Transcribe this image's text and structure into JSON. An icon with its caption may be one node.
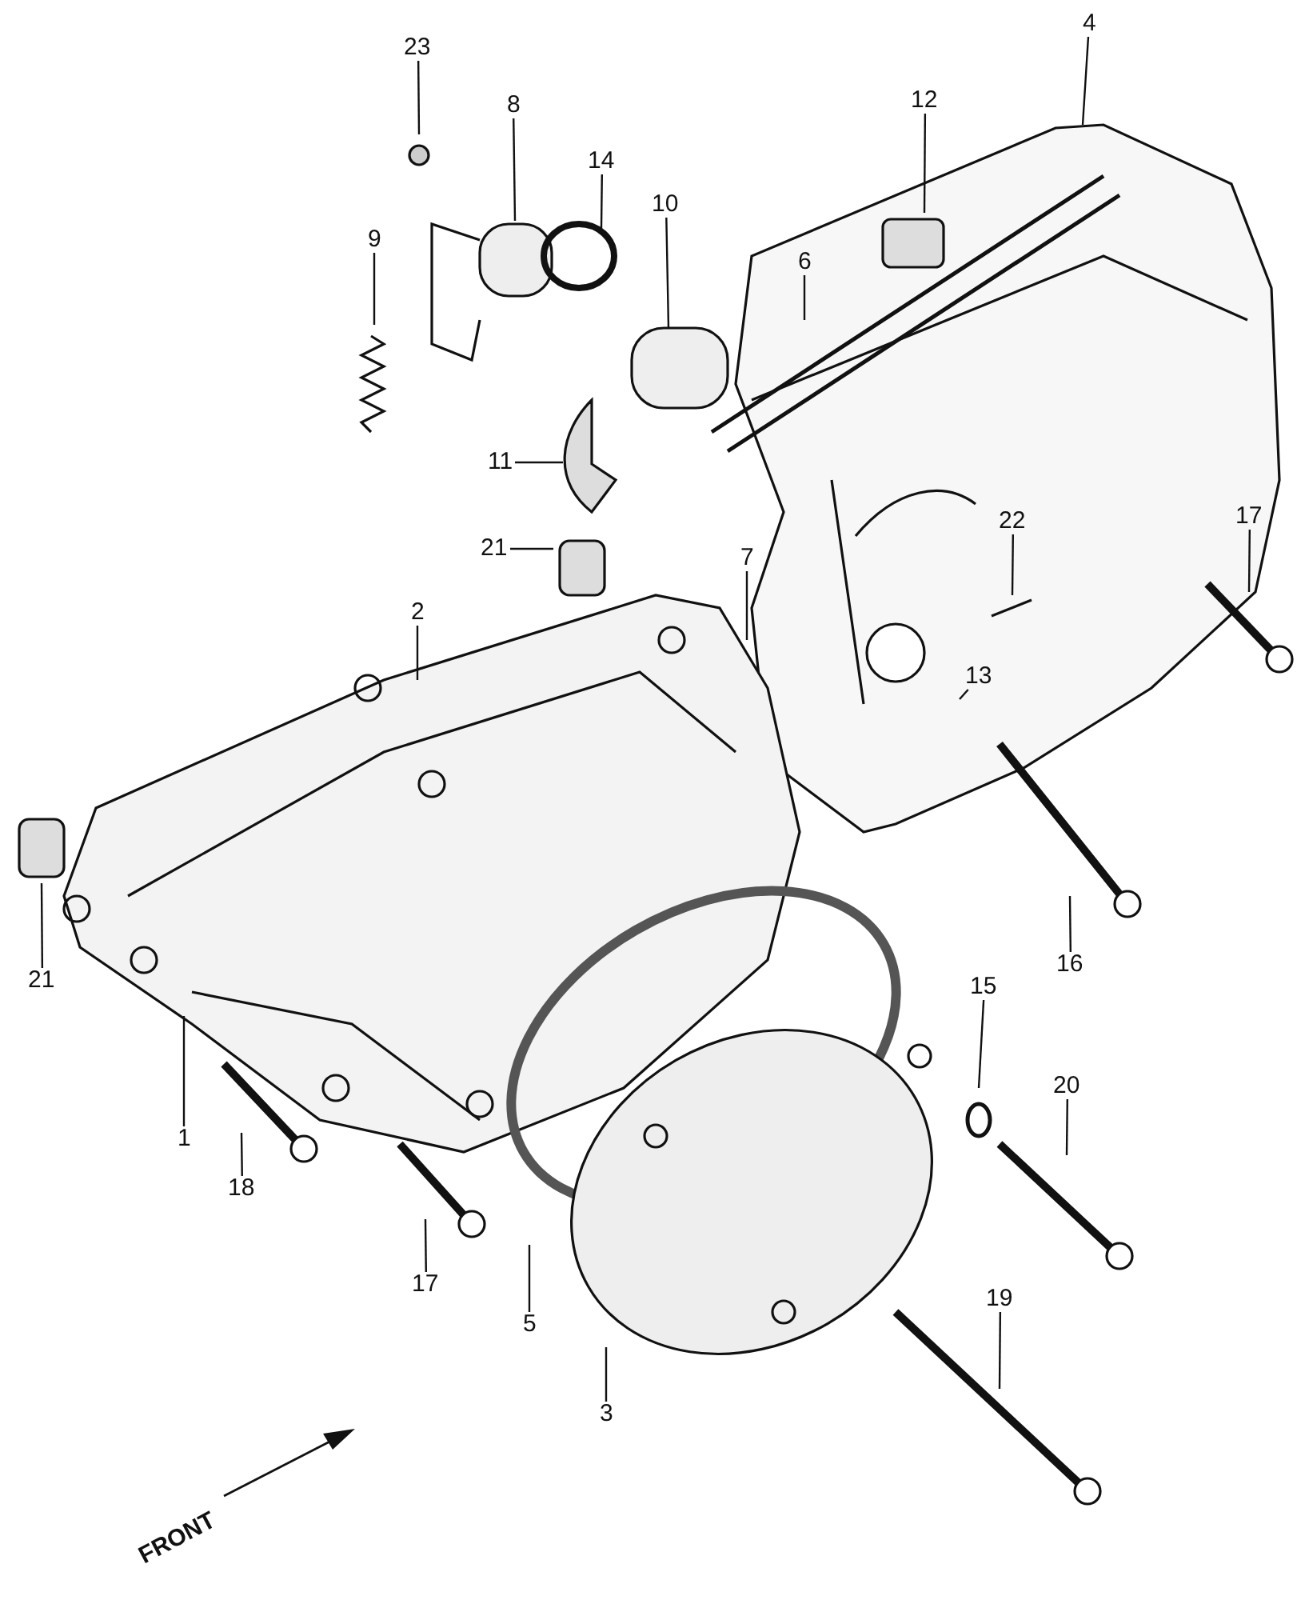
{
  "diagram": {
    "nodes": [
      {
        "text": [
          "23"
        ]
      },
      {
        "text": [
          "8"
        ]
      },
      {
        "text": [
          "9"
        ]
      },
      {
        "text": [
          "14"
        ]
      },
      {
        "text": [
          "10"
        ]
      },
      {
        "text": [
          "12"
        ]
      },
      {
        "text": [
          "4"
        ]
      },
      {
        "text": [
          "6"
        ]
      },
      {
        "text": [
          "11"
        ]
      },
      {
        "text": [
          "21"
        ]
      },
      {
        "text": [
          "22"
        ]
      },
      {
        "text": [
          "17"
        ]
      },
      {
        "text": [
          "7"
        ]
      },
      {
        "text": [
          "2"
        ]
      },
      {
        "text": [
          "13"
        ]
      },
      {
        "text": [
          "21"
        ]
      },
      {
        "text": [
          "16"
        ]
      },
      {
        "text": [
          "15"
        ]
      },
      {
        "text": [
          "1"
        ]
      },
      {
        "text": [
          "20"
        ]
      },
      {
        "text": [
          "18"
        ]
      },
      {
        "text": [
          "17"
        ]
      },
      {
        "text": [
          "5"
        ]
      },
      {
        "text": [
          "19"
        ]
      },
      {
        "text": [
          "3"
        ]
      }
    ],
    "edges": [
      {
        "from": 0,
        "to": null,
        "arrow": "none"
      },
      {
        "from": 1,
        "to": null,
        "arrow": "none"
      },
      {
        "from": 2,
        "to": null,
        "arrow": "none"
      },
      {
        "from": 3,
        "to": null,
        "arrow": "none"
      },
      {
        "from": 4,
        "to": null,
        "arrow": "none"
      },
      {
        "from": 5,
        "to": null,
        "arrow": "none"
      },
      {
        "from": 6,
        "to": null,
        "arrow": "none"
      },
      {
        "from": 7,
        "to": null,
        "arrow": "none"
      },
      {
        "from": 8,
        "to": null,
        "arrow": "none"
      },
      {
        "from": 9,
        "to": null,
        "arrow": "none"
      },
      {
        "from": 10,
        "to": null,
        "arrow": "none"
      },
      {
        "from": 11,
        "to": null,
        "arrow": "none"
      },
      {
        "from": 12,
        "to": null,
        "arrow": "none"
      },
      {
        "from": 13,
        "to": null,
        "arrow": "none"
      },
      {
        "from": 14,
        "to": null,
        "arrow": "none"
      },
      {
        "from": 15,
        "to": null,
        "arrow": "none"
      },
      {
        "from": 16,
        "to": null,
        "arrow": "none"
      },
      {
        "from": 17,
        "to": null,
        "arrow": "none"
      },
      {
        "from": 18,
        "to": null,
        "arrow": "none"
      },
      {
        "from": 19,
        "to": null,
        "arrow": "none"
      },
      {
        "from": 20,
        "to": null,
        "arrow": "none"
      },
      {
        "from": 21,
        "to": null,
        "arrow": "none"
      },
      {
        "from": 22,
        "to": null,
        "arrow": "none"
      },
      {
        "from": 23,
        "to": null,
        "arrow": "none"
      },
      {
        "from": 24,
        "to": null,
        "arrow": "none"
      }
    ],
    "labels": [
      "FRONT"
    ]
  }
}
